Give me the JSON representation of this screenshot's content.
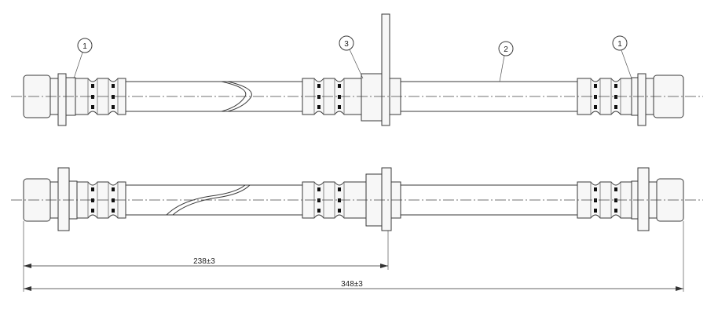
{
  "callouts": [
    {
      "id": "callout-1-left",
      "label": "1"
    },
    {
      "id": "callout-3",
      "label": "3"
    },
    {
      "id": "callout-2",
      "label": "2"
    },
    {
      "id": "callout-1-right",
      "label": "1"
    }
  ],
  "dimensions": {
    "partial_length": "238±3",
    "total_length": "348±3"
  }
}
